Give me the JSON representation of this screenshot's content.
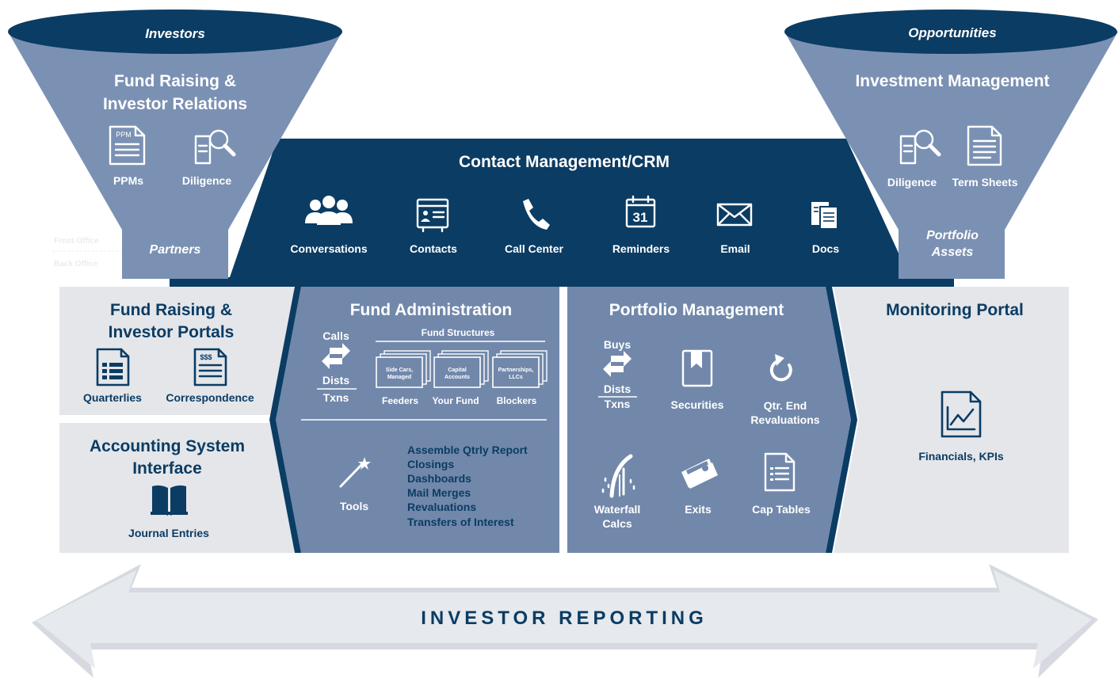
{
  "funnel_left": {
    "top_label": "Investors",
    "title_line1": "Fund Raising &",
    "title_line2": "Investor Relations",
    "icon1_label": "PPMs",
    "icon1_text": "PPM",
    "icon2_label": "Diligence",
    "bottom_label": "Partners",
    "side_label_top": "Front Office",
    "side_label_bottom": "Back Office"
  },
  "funnel_right": {
    "top_label": "Opportunities",
    "title": "Investment Management",
    "icon1_label": "Diligence",
    "icon2_label": "Term Sheets",
    "bottom_label_line1": "Portfolio",
    "bottom_label_line2": "Assets"
  },
  "crm": {
    "title": "Contact Management/CRM",
    "items": [
      {
        "label": "Conversations",
        "icon": "people-icon"
      },
      {
        "label": "Contacts",
        "icon": "contact-card-icon"
      },
      {
        "label": "Call Center",
        "icon": "phone-icon"
      },
      {
        "label": "Reminders",
        "icon": "calendar-icon",
        "icon_text": "31"
      },
      {
        "label": "Email",
        "icon": "envelope-icon"
      },
      {
        "label": "Docs",
        "icon": "documents-icon"
      }
    ]
  },
  "portals": {
    "title_line1": "Fund Raising &",
    "title_line2": "Investor Portals",
    "item1": "Quarterlies",
    "item2": "Correspondence",
    "item2_icon_text": "$$$"
  },
  "accounting": {
    "title_line1": "Accounting System",
    "title_line2": "Interface",
    "item": "Journal Entries"
  },
  "fund_admin": {
    "title": "Fund Administration",
    "calls": "Calls",
    "dists": "Dists",
    "txns": "Txns",
    "structures_title": "Fund Structures",
    "structures": [
      {
        "card_line1": "Side Cars,",
        "card_line2": "Managed",
        "label": "Feeders"
      },
      {
        "card_line1": "Capital",
        "card_line2": "Accounts",
        "label": "Your Fund"
      },
      {
        "card_line1": "Partnerships,",
        "card_line2": "LLCs",
        "label": "Blockers"
      }
    ],
    "tools_label": "Tools",
    "tools_list": [
      "Assemble Qtrly Report",
      "Closings",
      "Dashboards",
      "Mail Merges",
      "Revaluations",
      "Transfers of Interest"
    ]
  },
  "portfolio": {
    "title": "Portfolio Management",
    "buys": "Buys",
    "dists": "Dists",
    "txns": "Txns",
    "securities": "Securities",
    "qtr_line1": "Qtr. End",
    "qtr_line2": "Revaluations",
    "waterfall_line1": "Waterfall",
    "waterfall_line2": "Calcs",
    "exits": "Exits",
    "cap_tables": "Cap Tables"
  },
  "monitoring": {
    "title": "Monitoring Portal",
    "item": "Financials, KPIs"
  },
  "footer": {
    "label": "INVESTOR REPORTING"
  },
  "colors": {
    "navy": "#0b3c63",
    "funnel": "#7b91b3",
    "panel_blue": "#7188ab",
    "light_panel": "#e4e6ea",
    "arrow": "#e3e6ea"
  }
}
